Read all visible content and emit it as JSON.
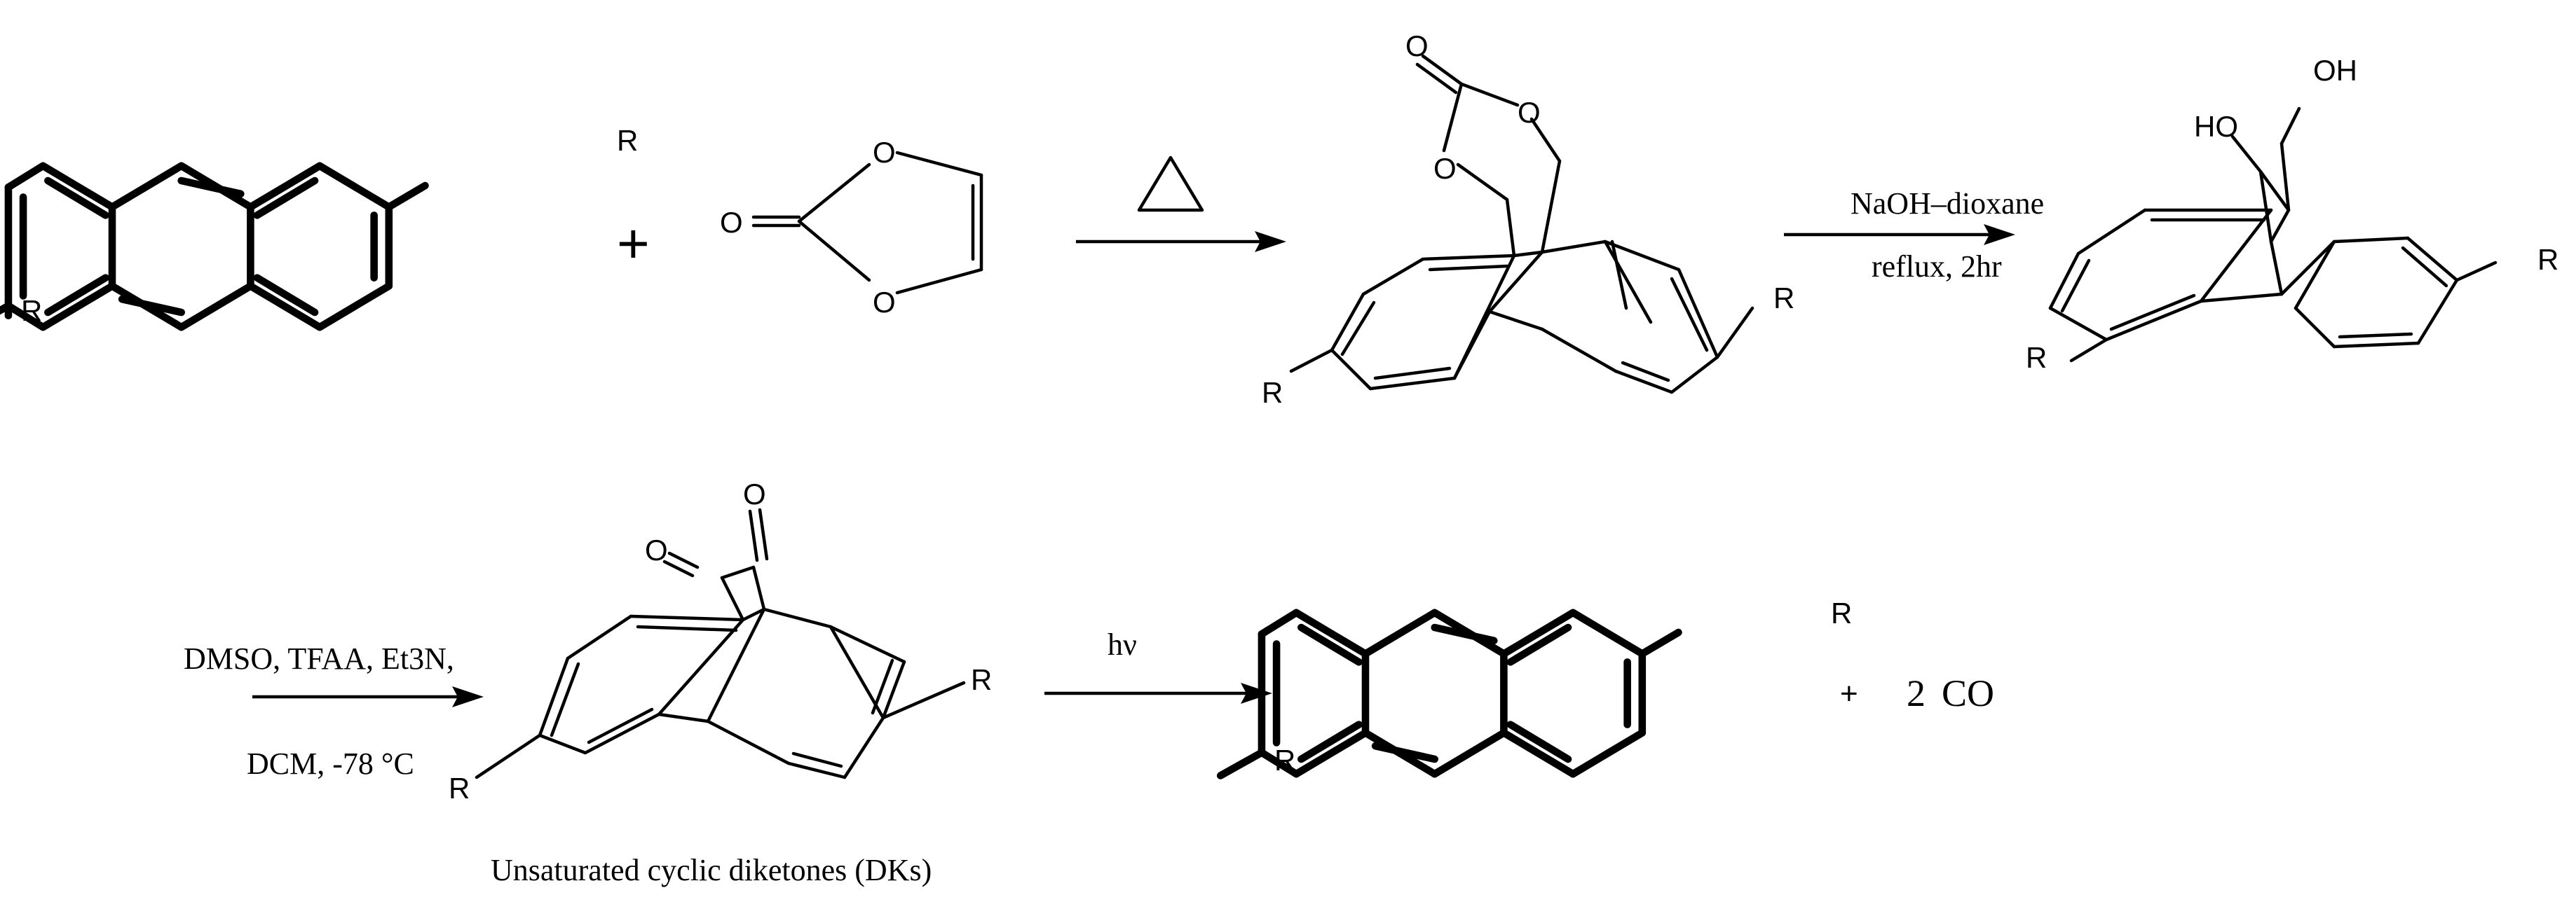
{
  "labels": {
    "r": "R",
    "o": "O",
    "oh": "OH",
    "ho": "HO",
    "plus": "+",
    "nine": "2",
    "co": "CO"
  },
  "conditions": {
    "step1": "△",
    "step2_top": "NaOH–dioxane",
    "step2_bottom": "reflux, 2hr",
    "step3_top": "DMSO, TFAA, Et3N,",
    "step3_bottom": "DCM, -78 °C",
    "step4": "hν"
  },
  "caption": "Unsaturated cyclic diketones (DKs)",
  "colors": {
    "co": "#e60000",
    "ink": "#000000"
  }
}
